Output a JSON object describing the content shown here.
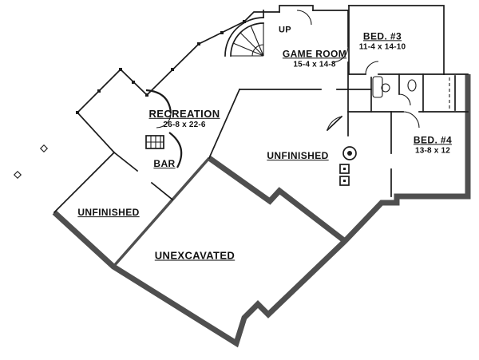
{
  "plan": {
    "background": "#ffffff",
    "colors": {
      "walls": "#1b1b1b",
      "foundation": "#4f4f4f",
      "fixtures": "#1b1b1b"
    },
    "labels": {
      "up": "UP",
      "game_room": "GAME ROOM",
      "game_room_dims": "15-4 x 14-8",
      "bed3": "BED. #3",
      "bed3_dims": "11-4 x 14-10",
      "bed4": "BED. #4",
      "bed4_dims": "13-8 x 12",
      "recreation": "RECREATION",
      "recreation_dims": "26-8 x 22-6",
      "bar": "BAR",
      "unfinished_upper": "UNFINISHED",
      "unfinished_lower": "UNFINISHED",
      "unexcavated": "UNEXCAVATED"
    }
  }
}
